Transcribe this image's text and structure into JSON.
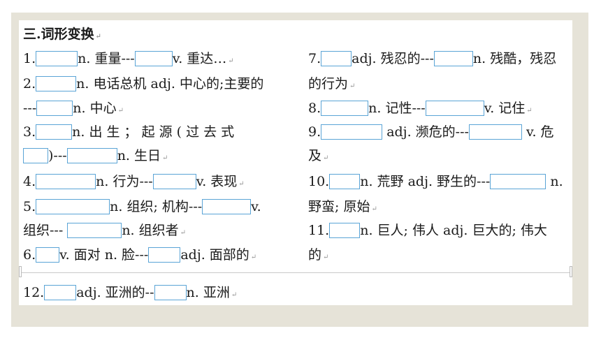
{
  "title": "三.词形变换",
  "left": {
    "l1": {
      "num": "1.",
      "a": "n. 重量---",
      "b": "v. 重达…"
    },
    "l2": {
      "num": "2.",
      "a": "n. 电话总机 adj. 中心的;主要的"
    },
    "l2b": {
      "pre": "---",
      "a": "n. 中心"
    },
    "l3": {
      "num": "3.",
      "a": "n.  出  生  ；  起  源  (  过  去  式"
    },
    "l3b": {
      "a": ")---",
      "b": "n. 生日"
    },
    "l4": {
      "num": "4.",
      "a": "n. 行为---",
      "b": "v. 表现"
    },
    "l5": {
      "num": "5.",
      "a": "n. 组织; 机构---",
      "b": "v."
    },
    "l5b": {
      "pre": "组织--- ",
      "a": "n. 组织者"
    },
    "l6": {
      "num": "6.",
      "a": "v. 面对 n. 脸---",
      "b": "adj. 面部的"
    }
  },
  "right": {
    "r7": {
      "num": "7.",
      "a": "adj. 残忍的---",
      "b": "n. 残酷，残忍"
    },
    "r7b": {
      "a": "的行为"
    },
    "r8": {
      "num": "8.",
      "a": "n. 记性---",
      "b": "v. 记住"
    },
    "r9": {
      "num": "9.",
      "a": "adj. 濒危的---",
      "b": "v. 危"
    },
    "r9b": {
      "a": "及"
    },
    "r10": {
      "num": "10.",
      "a": "n. 荒野 adj. 野生的---",
      "b": "n."
    },
    "r10b": {
      "a": "野蛮; 原始"
    },
    "r11": {
      "num": "11.",
      "a": "n. 巨人; 伟人 adj. 巨大的; 伟大"
    },
    "r11b": {
      "a": "的"
    }
  },
  "bottom": {
    "num": "12.",
    "a": "adj. 亚洲的--",
    "b": "n. 亚洲"
  },
  "mark": "↵"
}
